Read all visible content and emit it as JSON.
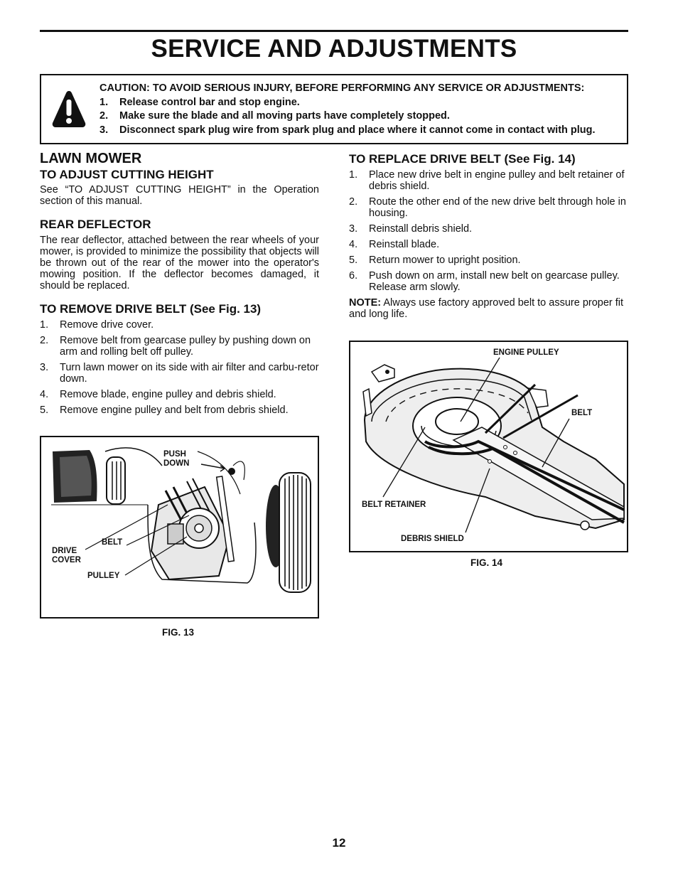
{
  "page": {
    "title": "SERVICE AND ADJUSTMENTS",
    "number": "12"
  },
  "caution": {
    "heading": "CAUTION:  TO AVOID SERIOUS INJURY, BEFORE PERFORMING ANY SERVICE OR ADJUSTMENTS:",
    "items": [
      {
        "num": "1.",
        "text": "Release control bar and stop engine."
      },
      {
        "num": "2.",
        "text": "Make sure the blade and all moving parts have completely stopped."
      },
      {
        "num": "3.",
        "text": "Disconnect spark plug wire from spark plug and place where it cannot come in contact with plug."
      }
    ]
  },
  "left": {
    "section_title": "LAWN MOWER",
    "cutting_height": {
      "title": "TO ADJUST CUTTING HEIGHT",
      "body": "See “TO ADJUST CUTTING HEIGHT” in the Operation section of this manual."
    },
    "rear_deflector": {
      "title": "REAR DEFLECTOR",
      "body": "The rear deflector, attached between the rear wheels of your mower, is provided to minimize the possibility that objects will be thrown out of the rear of the mower into the operator's mowing position.  If the deflector becomes damaged, it should be replaced."
    },
    "remove_belt": {
      "title": "TO REMOVE DRIVE BELT (See Fig. 13)",
      "steps": [
        {
          "num": "1.",
          "text": "Remove drive cover."
        },
        {
          "num": "2.",
          "text": "Remove belt from gearcase pulley by pushing down on arm and rolling belt off pulley."
        },
        {
          "num": "3.",
          "text": "Turn lawn mower on its side with air filter and carbu-retor down."
        },
        {
          "num": "4.",
          "text": "Remove blade, engine pulley and debris shield."
        },
        {
          "num": "5.",
          "text": "Remove engine pulley and belt from debris shield."
        }
      ]
    }
  },
  "right": {
    "replace_belt": {
      "title": "TO REPLACE DRIVE BELT (See Fig. 14)",
      "steps": [
        {
          "num": "1.",
          "text": "Place new drive belt in engine pulley and belt retainer of debris shield."
        },
        {
          "num": "2.",
          "text": "Route the other end of the new drive belt through hole in housing."
        },
        {
          "num": "3.",
          "text": "Reinstall debris shield."
        },
        {
          "num": "4.",
          "text": "Reinstall blade."
        },
        {
          "num": "5.",
          "text": "Return mower to upright position."
        },
        {
          "num": "6.",
          "text": "Push down on arm, install new belt on gearcase pulley. Release arm slowly."
        }
      ],
      "note_label": "NOTE:",
      "note_text": " Always use factory approved belt to assure proper fit and long life."
    }
  },
  "fig13": {
    "caption": "FIG. 13",
    "labels": {
      "push": "PUSH",
      "down": "DOWN",
      "belt": "BELT",
      "drive": "DRIVE",
      "cover": "COVER",
      "pulley": "PULLEY"
    }
  },
  "fig14": {
    "caption": "FIG. 14",
    "labels": {
      "engine_pulley": "ENGINE PULLEY",
      "belt": "BELT",
      "belt_retainer": "BELT RETAINER",
      "debris_shield": "DEBRIS SHIELD"
    }
  }
}
